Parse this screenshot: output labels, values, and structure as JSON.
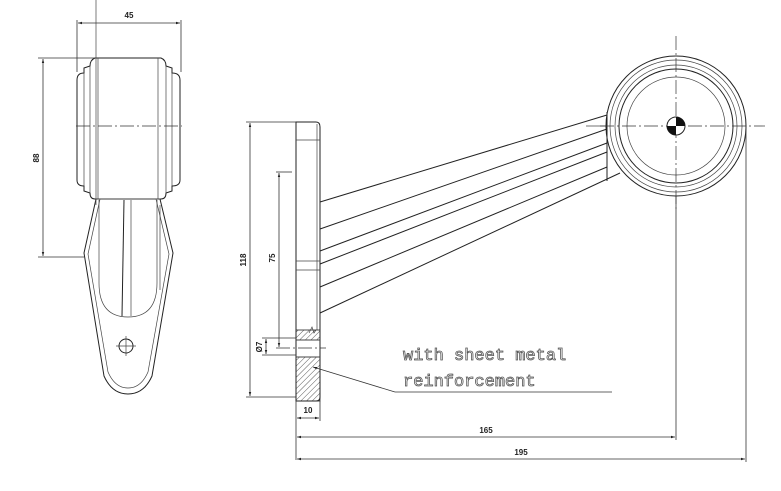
{
  "drawing": {
    "dimensions": {
      "width_front": "45",
      "height_front": "88",
      "height_side": "118",
      "hole_spacing": "75",
      "hole_diameter": "Ø7",
      "base_thickness": "10",
      "length_center": "165",
      "length_overall": "195"
    },
    "note": {
      "line1": "with sheet metal",
      "line2": "reinforcement"
    },
    "colors": {
      "line": "#222222",
      "background": "#ffffff"
    }
  }
}
